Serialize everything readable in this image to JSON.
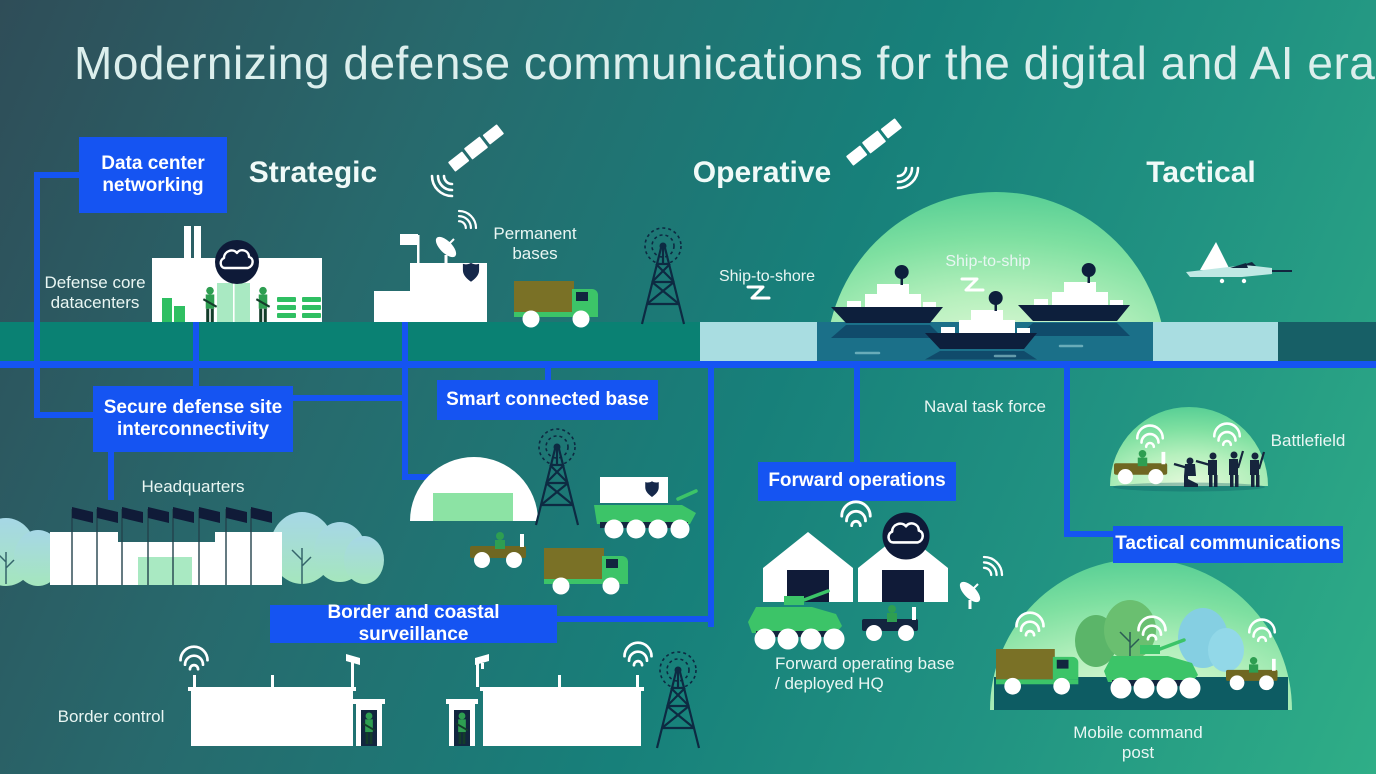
{
  "title": "Modernizing defense communications for the digital and AI era",
  "sections": {
    "strategic": "Strategic",
    "operative": "Operative",
    "tactical": "Tactical"
  },
  "solutions": {
    "data_center": "Data center\nnetworking",
    "secure_interconnect": "Secure defense site\ninterconnectivity",
    "smart_base": "Smart connected base",
    "border_surveillance": "Border and coastal surveillance",
    "forward_ops": "Forward operations",
    "tactical_comms": "Tactical communications"
  },
  "labels": {
    "defense_core": "Defense core\ndatacenters",
    "permanent_bases": "Permanent\nbases",
    "ship_to_shore": "Ship-to-shore",
    "ship_to_ship": "Ship-to-ship",
    "naval_task_force": "Naval task force",
    "battlefield": "Battlefield",
    "headquarters": "Headquarters",
    "border_control": "Border control",
    "forward_base": "Forward operating base\n/ deployed HQ",
    "mobile_command": "Mobile command post"
  },
  "icons": [
    "satellite-icon",
    "cloud-icon",
    "wifi-icon",
    "antenna-tower-icon",
    "radio-waves-icon",
    "satellite-dish-icon",
    "shield-icon",
    "camera-icon",
    "signal-zigzag-icon",
    "flag-icon",
    "soldier-icon"
  ],
  "colors": {
    "accent_blue": "#1554F2",
    "dark_navy": "#0E1A38",
    "teal_ground": "#0A8173",
    "water_light": "#A9DDE1",
    "water_deep": "#1B7089",
    "water_dark_block": "#175F66",
    "green_bright": "#3CC468",
    "green_light": "#A9E9C2",
    "olive": "#7A7126",
    "dome_green": "#9FE9A9"
  }
}
